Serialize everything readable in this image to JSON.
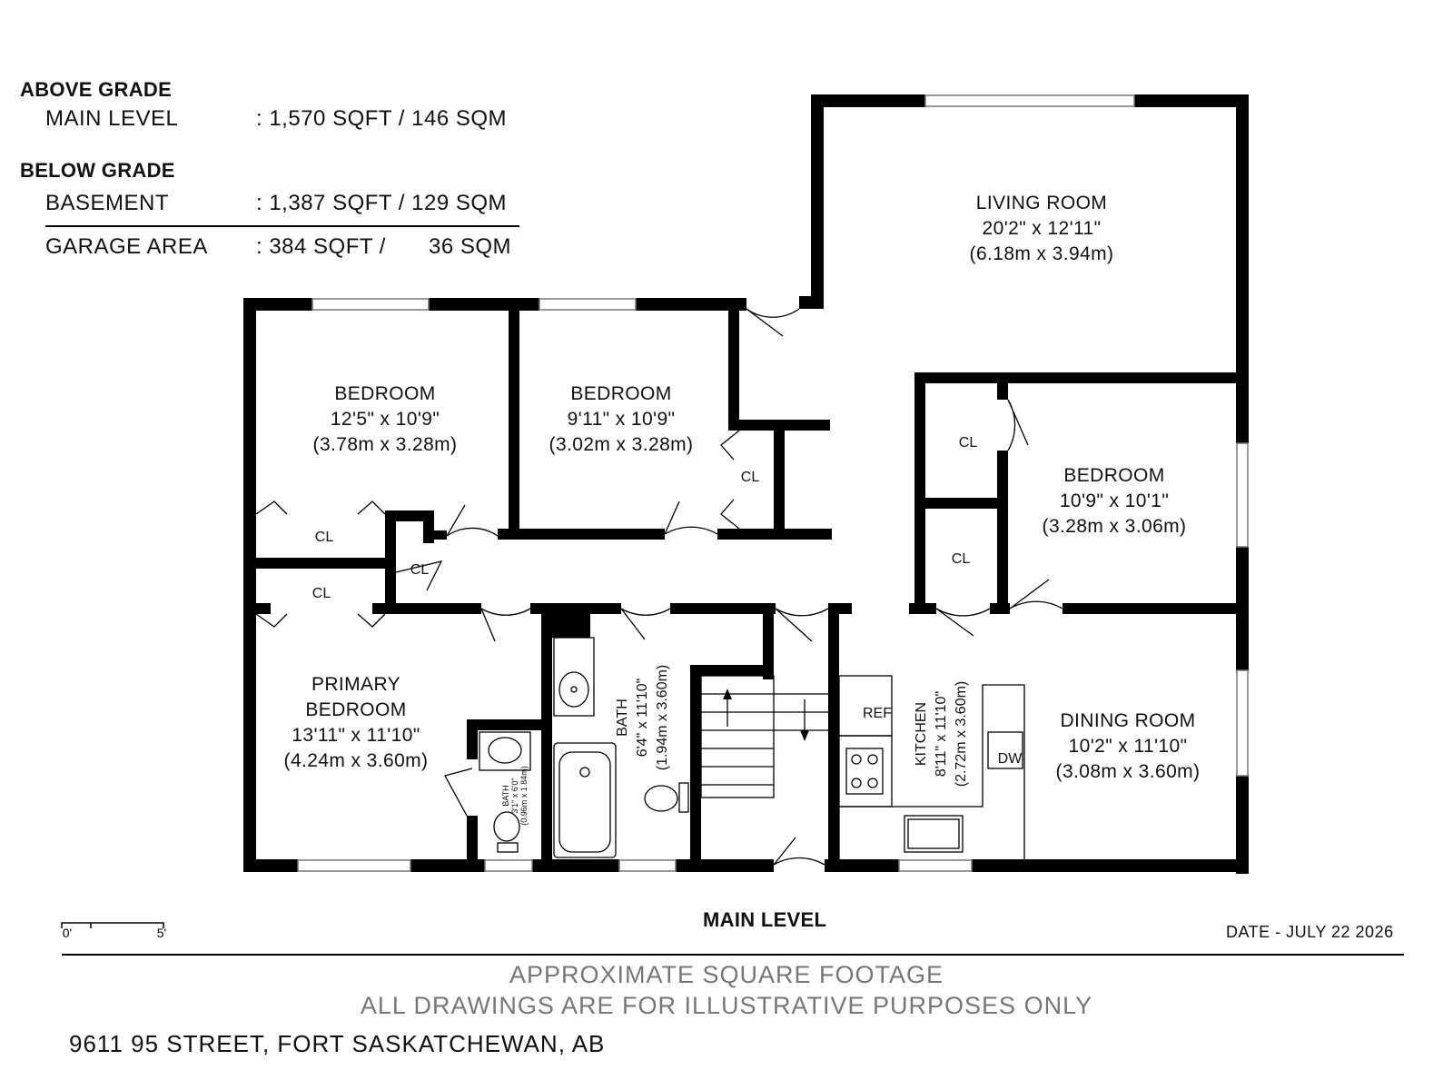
{
  "summary": {
    "above_grade_header": "ABOVE GRADE",
    "main_level_label": "MAIN LEVEL",
    "main_level_value": ": 1,570 SQFT / 146 SQM",
    "below_grade_header": "BELOW GRADE",
    "basement_label": "BASEMENT",
    "basement_value": ": 1,387 SQFT / 129 SQM",
    "garage_label": "GARAGE AREA",
    "garage_value_sqft": ": 384 SQFT /",
    "garage_value_sqm": "36 SQM"
  },
  "rooms": {
    "living": {
      "name": "LIVING ROOM",
      "dim_imperial": "20'2\" x 12'11\"",
      "dim_metric": "(6.18m x 3.94m)"
    },
    "bedroom1": {
      "name": "BEDROOM",
      "dim_imperial": "12'5\" x 10'9\"",
      "dim_metric": "(3.78m x 3.28m)"
    },
    "bedroom2": {
      "name": "BEDROOM",
      "dim_imperial": "9'11\" x 10'9\"",
      "dim_metric": "(3.02m x 3.28m)"
    },
    "bedroom3": {
      "name": "BEDROOM",
      "dim_imperial": "10'9\" x 10'1\"",
      "dim_metric": "(3.28m x 3.06m)"
    },
    "primary": {
      "name_line1": "PRIMARY",
      "name_line2": "BEDROOM",
      "dim_imperial": "13'11\" x 11'10\"",
      "dim_metric": "(4.24m x 3.60m)"
    },
    "dining": {
      "name": "DINING ROOM",
      "dim_imperial": "10'2\" x 11'10\"",
      "dim_metric": "(3.08m x 3.60m)"
    },
    "bath": {
      "name": "BATH",
      "dim_imperial": "6'4\" x 11'10\"",
      "dim_metric": "(1.94m x 3.60m)"
    },
    "ensuite": {
      "name": "BATH",
      "dim_imperial": "3'1\" x 6'0\"",
      "dim_metric": "(0.96m x 1.84m)"
    },
    "kitchen": {
      "name": "KITCHEN",
      "dim_imperial": "8'11\" x 11'10\"",
      "dim_metric": "(2.72m x 3.60m)"
    }
  },
  "labels": {
    "closet": "CL",
    "refrigerator": "REF",
    "dishwasher": "DW"
  },
  "scale": {
    "start": "0'",
    "end": "5'"
  },
  "footer": {
    "level_title": "MAIN LEVEL",
    "date": "DATE - JULY 22 2026",
    "disclaimer_line1": "APPROXIMATE SQUARE FOOTAGE",
    "disclaimer_line2": "ALL DRAWINGS ARE FOR ILLUSTRATIVE PURPOSES ONLY",
    "address": "9611 95 STREET, FORT SASKATCHEWAN, AB"
  }
}
